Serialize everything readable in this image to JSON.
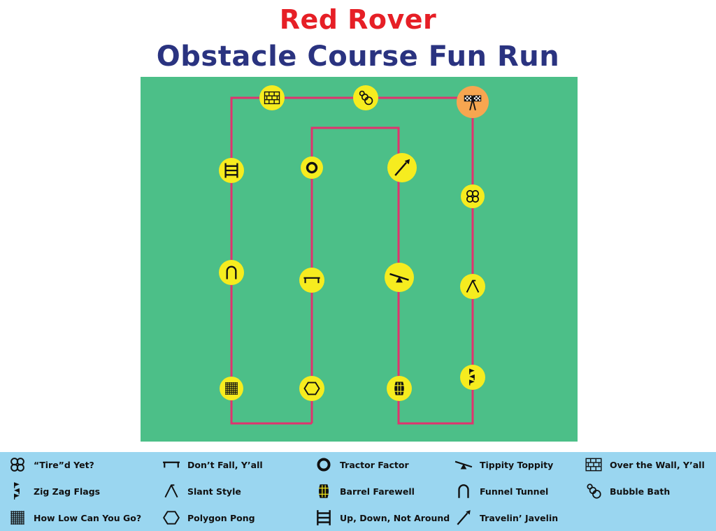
{
  "title": "Red Rover",
  "subtitle": "Obstacle Course Fun Run",
  "colors": {
    "title": "#e61f26",
    "subtitle": "#2a3380",
    "field": "#4cbf88",
    "path": "#e0336e",
    "station": "#f6ec1f",
    "finish": "#f7a650",
    "legend_background": "#9ad6f0"
  },
  "legend": [
    {
      "id": "tired",
      "icon": "tire-rings-icon",
      "label": "“Tire”d Yet?"
    },
    {
      "id": "fall",
      "icon": "balance-beam-icon",
      "label": "Don’t Fall, Y’all"
    },
    {
      "id": "tractor",
      "icon": "tractor-tire-icon",
      "label": "Tractor Factor"
    },
    {
      "id": "tippity",
      "icon": "seesaw-icon",
      "label": "Tippity Toppity"
    },
    {
      "id": "wall",
      "icon": "brick-wall-icon",
      "label": "Over the Wall, Y’all"
    },
    {
      "id": "zigzag",
      "icon": "zigzag-flags-icon",
      "label": "Zig Zag Flags"
    },
    {
      "id": "slant",
      "icon": "slant-ramp-icon",
      "label": "Slant Style"
    },
    {
      "id": "barrel",
      "icon": "barrel-icon",
      "label": "Barrel Farewell"
    },
    {
      "id": "funnel",
      "icon": "tunnel-icon",
      "label": "Funnel Tunnel"
    },
    {
      "id": "bubble",
      "icon": "bubbles-icon",
      "label": "Bubble Bath"
    },
    {
      "id": "howlow",
      "icon": "net-grid-icon",
      "label": "How Low Can You Go?"
    },
    {
      "id": "polygon",
      "icon": "hexagon-icon",
      "label": "Polygon Pong"
    },
    {
      "id": "ladder",
      "icon": "ladder-icon",
      "label": "Up, Down, Not Around"
    },
    {
      "id": "javelin",
      "icon": "javelin-icon",
      "label": "Travelin’ Javelin"
    }
  ],
  "stations": [
    {
      "id": "wall",
      "icon": "brick-wall-icon"
    },
    {
      "id": "bubble",
      "icon": "bubbles-icon"
    },
    {
      "id": "finish",
      "icon": "checkered-flags-icon"
    },
    {
      "id": "ladder",
      "icon": "ladder-icon"
    },
    {
      "id": "tractor",
      "icon": "tractor-tire-icon"
    },
    {
      "id": "javelin",
      "icon": "javelin-icon"
    },
    {
      "id": "tired",
      "icon": "tire-rings-icon"
    },
    {
      "id": "funnel",
      "icon": "tunnel-icon"
    },
    {
      "id": "fall",
      "icon": "balance-beam-icon"
    },
    {
      "id": "tippity",
      "icon": "seesaw-icon"
    },
    {
      "id": "slant",
      "icon": "slant-ramp-icon"
    },
    {
      "id": "zigzag",
      "icon": "zigzag-flags-icon"
    },
    {
      "id": "howlow",
      "icon": "net-grid-icon"
    },
    {
      "id": "polygon",
      "icon": "hexagon-icon"
    },
    {
      "id": "barrel",
      "icon": "barrel-icon"
    }
  ]
}
